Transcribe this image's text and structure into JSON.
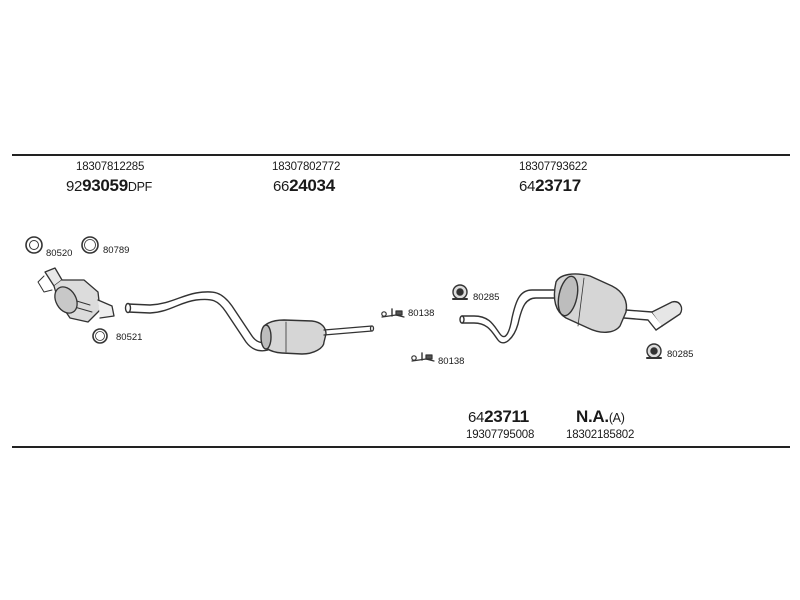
{
  "parts_top": [
    {
      "oe": "18307812285",
      "prefix": "92",
      "main": "93059",
      "suffix": "DPF"
    },
    {
      "oe": "18307802772",
      "prefix": "66",
      "main": "24034",
      "suffix": ""
    },
    {
      "oe": "18307793622",
      "prefix": "64",
      "main": "23717",
      "suffix": ""
    }
  ],
  "parts_bottom": [
    {
      "prefix": "64",
      "main": "23711",
      "suffix": "",
      "oe": "19307795008"
    },
    {
      "prefix": "",
      "main": "N.A.",
      "suffix": "(A)",
      "oe": "18302185802"
    }
  ],
  "fittings": {
    "gasket_80520": "80520",
    "clamp_80789": "80789",
    "clamp_80521": "80521",
    "hanger_80138_upper": "80138",
    "hanger_80138_lower": "80138",
    "mount_80285_upper": "80285",
    "mount_80285_lower": "80285"
  }
}
